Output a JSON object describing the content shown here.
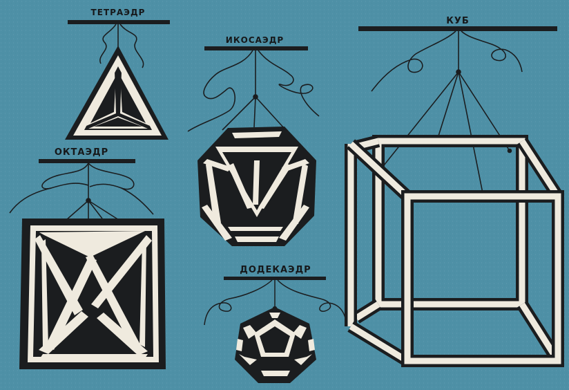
{
  "background_color": "#4e90a6",
  "ink_color": "#1b1d1f",
  "frame_color": "#efeade",
  "labels": {
    "tetrahedron": "ТЕТРАЭДР",
    "icosahedron": "ИКОСАЭДР",
    "cube": "КУБ",
    "octahedron": "ОКТАЭДР",
    "dodecahedron": "ДОДЕКАЭДР"
  }
}
